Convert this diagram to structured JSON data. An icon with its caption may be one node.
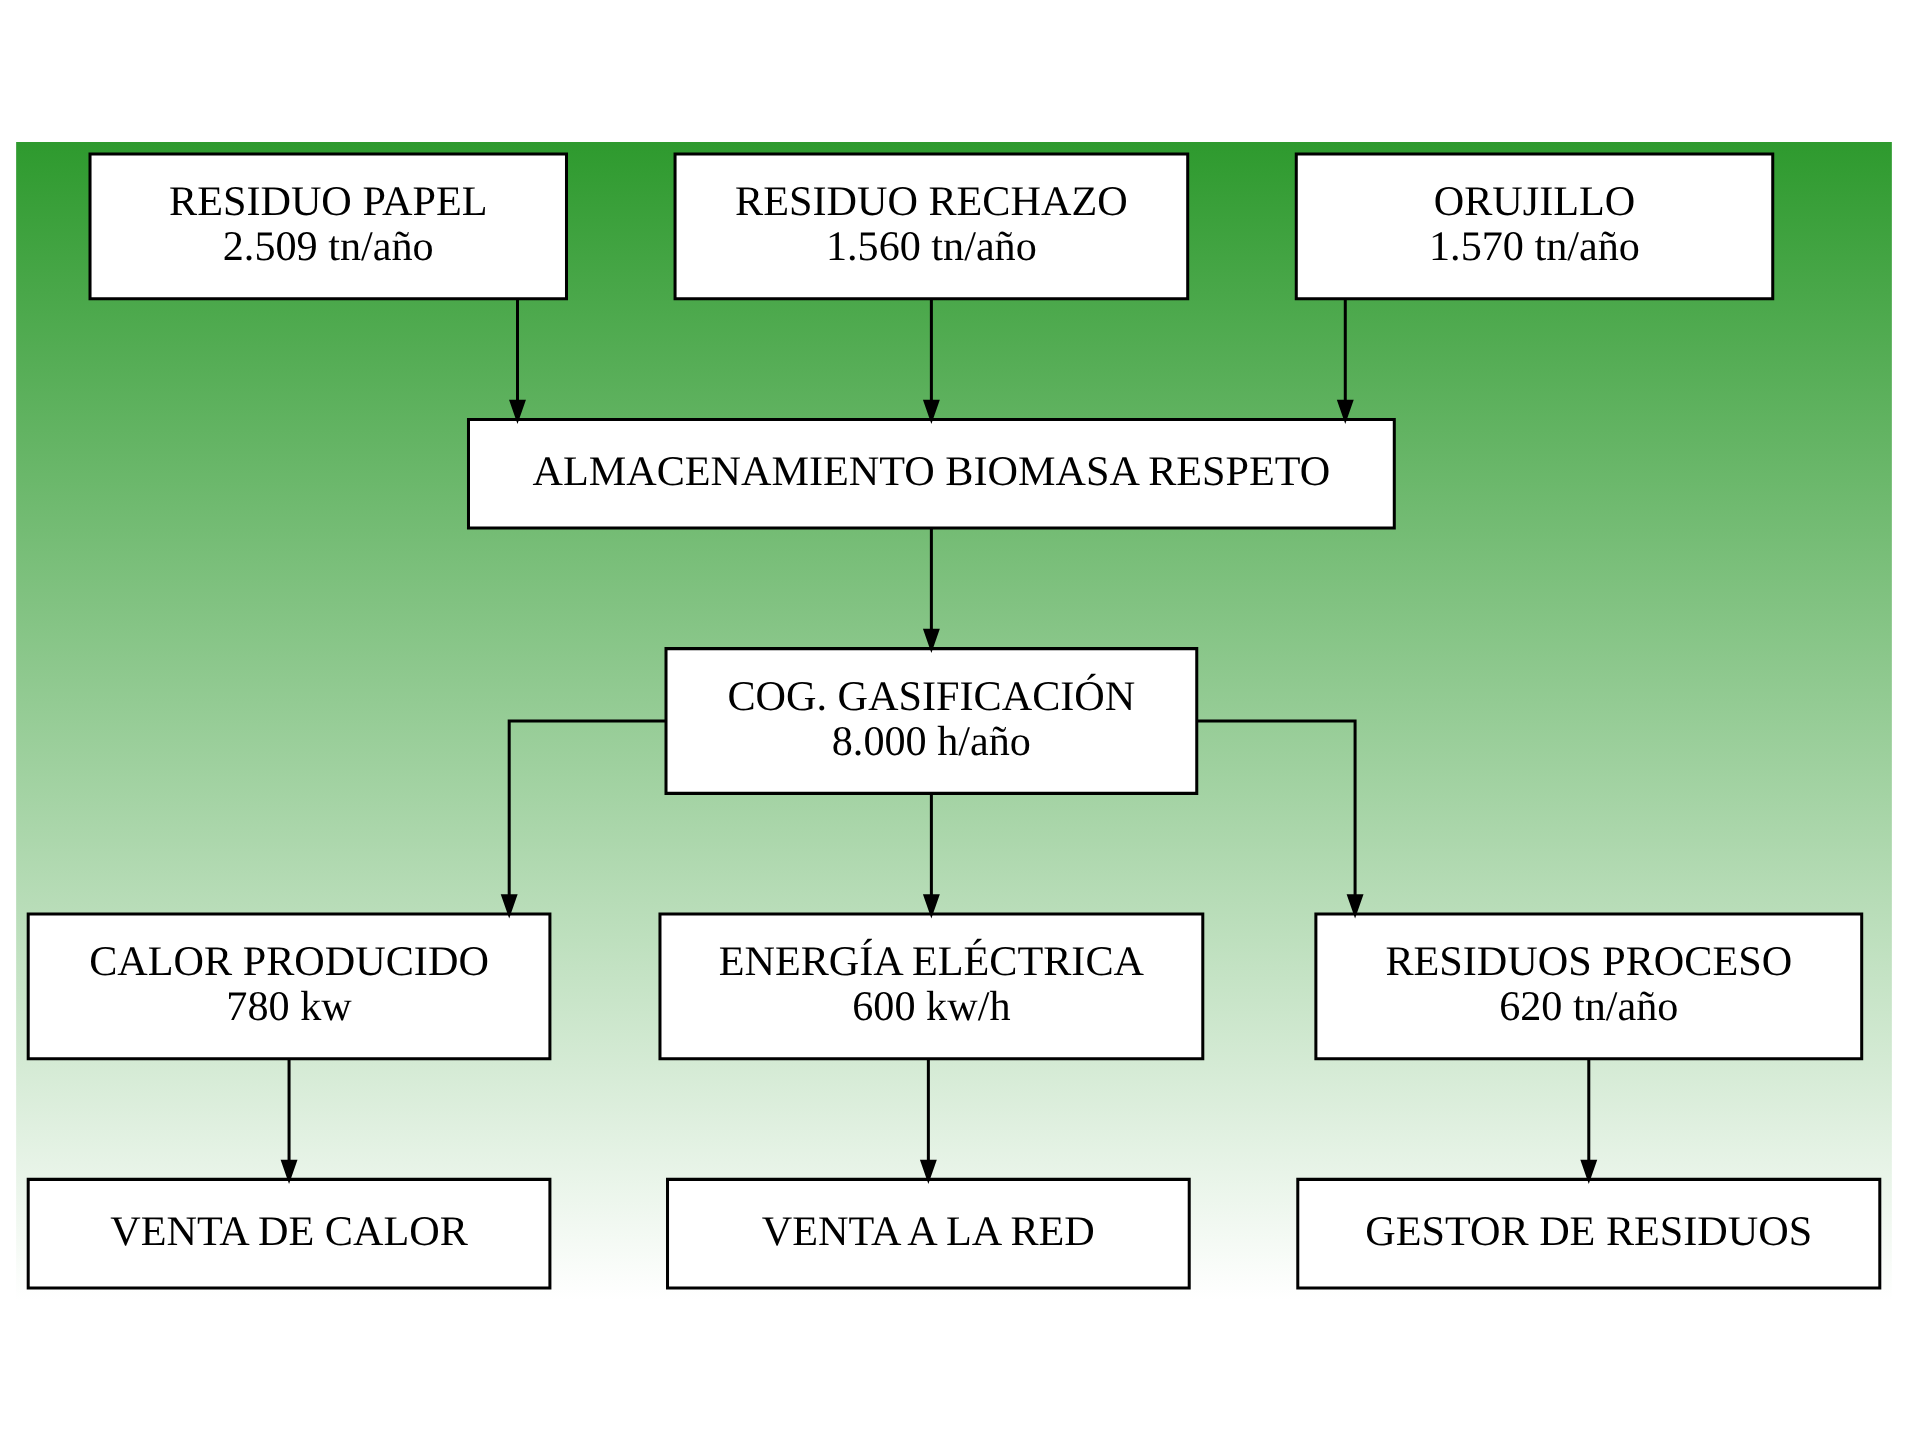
{
  "diagram": {
    "nodes": [
      {
        "text": [
          "RESIDUO PAPEL",
          "2.509 tn/año"
        ]
      },
      {
        "text": [
          "RESIDUO RECHAZO",
          "1.560 tn/año"
        ]
      },
      {
        "text": [
          "ORUJILLO",
          "1.570 tn/año"
        ]
      },
      {
        "text": [
          "ALMACENAMIENTO BIOMASA RESPETO"
        ]
      },
      {
        "text": [
          "VENTA DE CALOR"
        ]
      },
      {
        "text": [
          "COG. GASIFICACIÓN",
          "8.000 h/año"
        ]
      },
      {
        "text": [
          "CALOR PRODUCIDO",
          "780 kw"
        ]
      },
      {
        "text": [
          "ENERGÍA ELÉCTRICA",
          "600 kw/h"
        ]
      },
      {
        "text": [
          "RESIDUOS PROCESO",
          "620 tn/año"
        ]
      },
      {
        "text": [
          "VENTA A LA RED"
        ]
      },
      {
        "text": [
          "GESTOR DE RESIDUOS"
        ]
      }
    ],
    "edges": [
      {
        "from": 0,
        "to": 3,
        "arrow": "to"
      },
      {
        "from": 1,
        "to": 3,
        "arrow": "to"
      },
      {
        "from": 2,
        "to": 3,
        "arrow": "to"
      },
      {
        "from": 3,
        "to": 5,
        "arrow": "to"
      },
      {
        "from": 5,
        "to": 6,
        "arrow": "to"
      },
      {
        "from": 5,
        "to": 7,
        "arrow": "to"
      },
      {
        "from": 5,
        "to": 8,
        "arrow": "to"
      },
      {
        "from": 6,
        "to": 4,
        "arrow": "to"
      },
      {
        "from": 7,
        "to": 9,
        "arrow": "to"
      },
      {
        "from": 8,
        "to": 10,
        "arrow": "to"
      }
    ]
  }
}
